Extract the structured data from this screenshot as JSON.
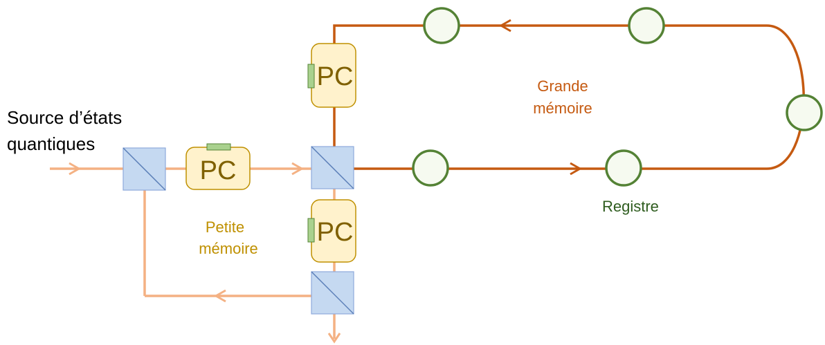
{
  "labels": {
    "source_line1": "Source d’états",
    "source_line2": "quantiques",
    "petite_line1": "Petite",
    "petite_line2": "mémoire",
    "grande_line1": "Grande",
    "grande_line2": "mémoire",
    "registre": "Registre",
    "pc": "PC"
  },
  "colors": {
    "beam_light": "#f4b183",
    "beam_dark": "#c55a11",
    "pc_fill": "#fff2cc",
    "pc_stroke": "#bf9000",
    "pc_text": "#7f6000",
    "pc_tab": "#a9d18e",
    "pc_tab_stroke": "#548235",
    "register_stroke": "#548235",
    "register_fill": "#f6faf0",
    "splitter_fill": "#c5d9f1",
    "splitter_stroke": "#8eaadb",
    "splitter_diag": "#5b7fb8",
    "petite_text": "#bf9000",
    "grande_text": "#c55a11",
    "registre_text": "#2e5c1e"
  }
}
